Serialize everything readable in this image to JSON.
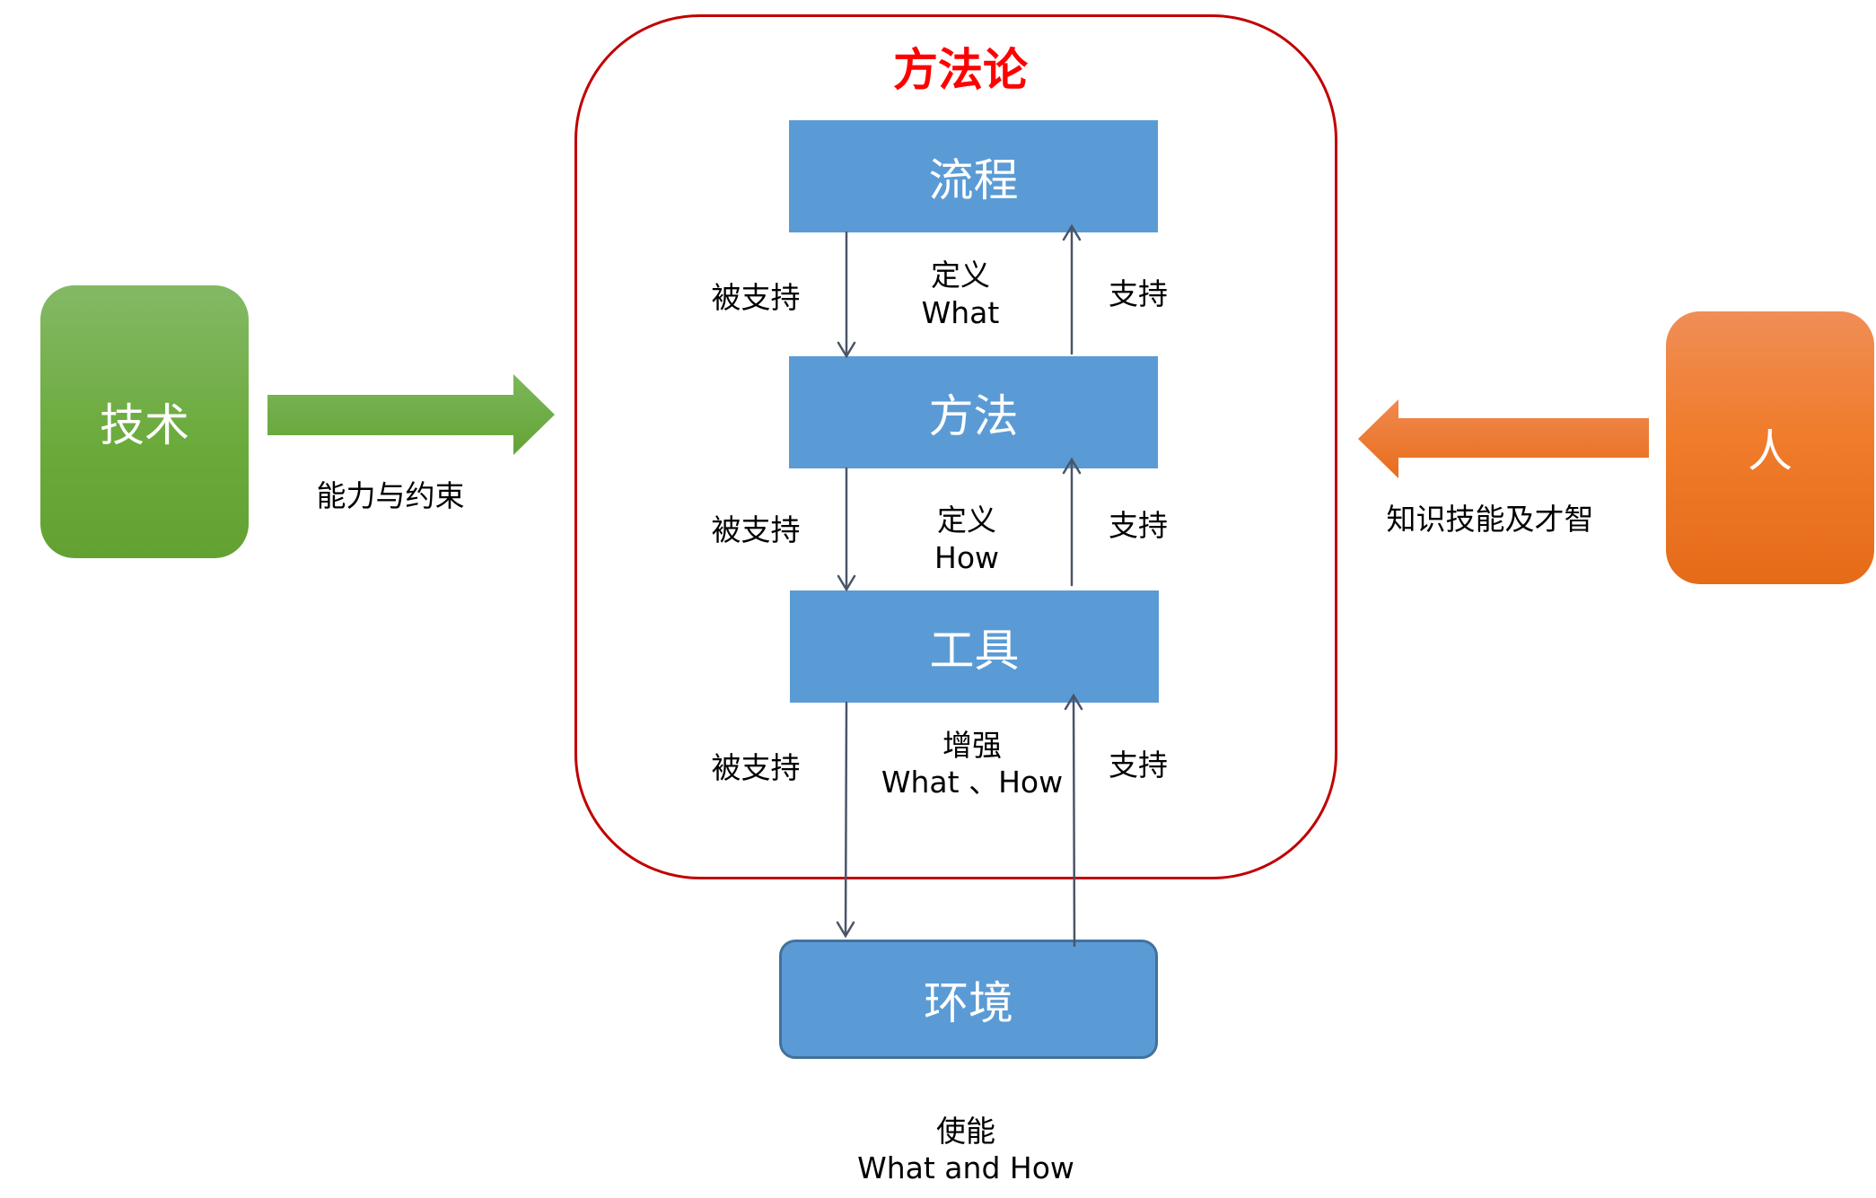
{
  "methodology": {
    "title": "方法论",
    "process": "流程",
    "method": "方法",
    "tool": "工具"
  },
  "environment": {
    "label": "环境",
    "caption_line1": "使能",
    "caption_line2": "What and How"
  },
  "technology": {
    "label": "技术",
    "arrow_label": "能力与约束"
  },
  "people": {
    "label": "人",
    "arrow_label": "知识技能及才智"
  },
  "links": {
    "process_method": {
      "left": "被支持",
      "center_line1": "定义",
      "center_line2": "What",
      "right": "支持"
    },
    "method_tool": {
      "left": "被支持",
      "center_line1": "定义",
      "center_line2": "How",
      "right": "支持"
    },
    "tool_environment": {
      "left": "被支持",
      "center_line1": "增强",
      "center_line2": "What 、How",
      "right": "支持"
    }
  },
  "colors": {
    "frame": "#c00000",
    "title": "#ff0000",
    "box_blue": "#5b9bd5",
    "env_border": "#41719c",
    "connector": "#4a5568",
    "green": "#70ad47",
    "orange": "#ed7d31"
  }
}
